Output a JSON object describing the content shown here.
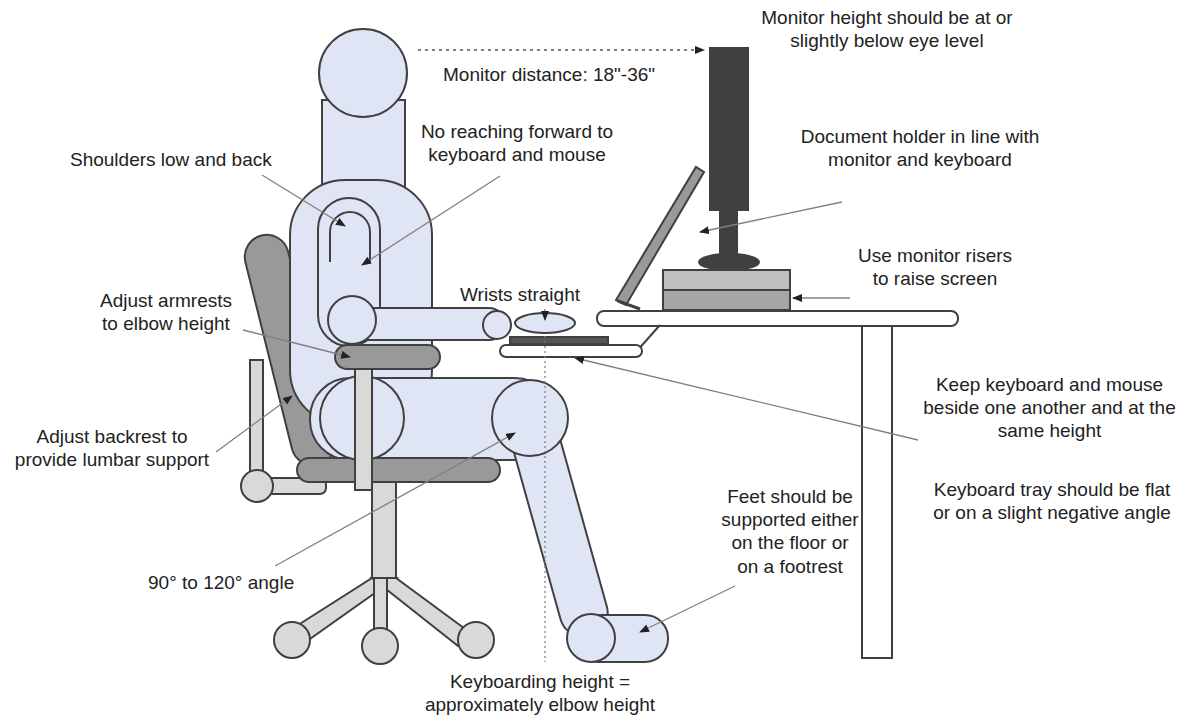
{
  "diagram": {
    "labels": [
      "Monitor height should be at or slightly below eye level",
      "Monitor distance: 18\"-36\"",
      "No reaching forward to keyboard and mouse",
      "Shoulders low and back",
      "Document holder in line with monitor and keyboard",
      "Use monitor risers to raise screen",
      "Adjust armrests to elbow height",
      "Wrists straight",
      "Adjust backrest to provide lumbar support",
      "Keep keyboard and mouse beside one another and at the same height",
      "Keyboard tray should be flat or on a slight negative angle",
      "Feet should be supported either on the floor or on a footrest",
      "90° to 120° angle",
      "Keyboarding height = approximately elbow height"
    ]
  }
}
